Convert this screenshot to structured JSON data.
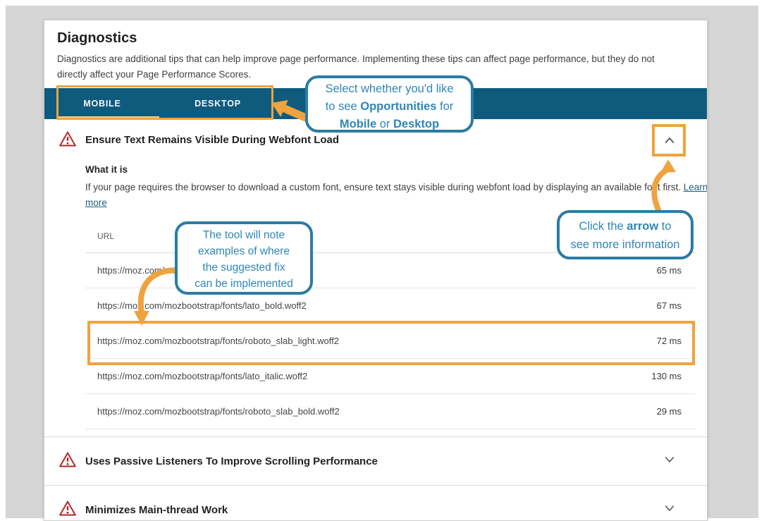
{
  "colors": {
    "accent_orange": "#EFA33F",
    "tab_bar_teal": "#0E5B7E",
    "active_tab_underline_yellow": "#FCD377",
    "callout_border": "#2B7CA3",
    "callout_text": "#2E86B5",
    "warning_red": "#B3242A",
    "link_teal": "#1D5F7E"
  },
  "header": {
    "title": "Diagnostics",
    "description": "Diagnostics are additional tips that can help improve page performance. Implementing these tips can affect page performance, but they do not directly affect your Page Performance Scores."
  },
  "tabs": [
    {
      "label": "MOBILE",
      "active": true
    },
    {
      "label": "DESKTOP",
      "active": false
    }
  ],
  "diagnostic": {
    "title": "Ensure Text Remains Visible During Webfont Load",
    "subheading": "What it is",
    "body": "If your page requires the browser to download a custom font, ensure text stays visible during webfont load by displaying an available font first.",
    "link_label": "Learn more",
    "table": {
      "url_header": "URL",
      "rows": [
        {
          "url": "https://moz.com/moz",
          "time": "65 ms",
          "highlighted": false
        },
        {
          "url": "https://moz.com/mozbootstrap/fonts/lato_bold.woff2",
          "time": "67 ms",
          "highlighted": false
        },
        {
          "url": "https://moz.com/mozbootstrap/fonts/roboto_slab_light.woff2",
          "time": "72 ms",
          "highlighted": true
        },
        {
          "url": "https://moz.com/mozbootstrap/fonts/lato_italic.woff2",
          "time": "130 ms",
          "highlighted": false
        },
        {
          "url": "https://moz.com/mozbootstrap/fonts/roboto_slab_bold.woff2",
          "time": "29 ms",
          "highlighted": false
        }
      ]
    }
  },
  "collapsed_sections": [
    {
      "title": "Uses Passive Listeners To Improve Scrolling Performance"
    },
    {
      "title": "Minimizes Main-thread Work"
    }
  ],
  "annotations": {
    "tabs_callout": {
      "line1": "Select whether you'd like",
      "line2_pre": "to see ",
      "line2_bold": "Opportunities",
      "line2_post": " for",
      "line3_bold1": "Mobile",
      "line3_mid": " or ",
      "line3_bold2": "Desktop"
    },
    "examples_callout": {
      "line1": "The tool will note",
      "line2": "examples of where",
      "line3": "the suggested fix",
      "line4": "can be implemented"
    },
    "arrow_callout": {
      "line1_pre": "Click the ",
      "line1_bold": "arrow",
      "line1_post": " to",
      "line2": "see more information"
    }
  }
}
